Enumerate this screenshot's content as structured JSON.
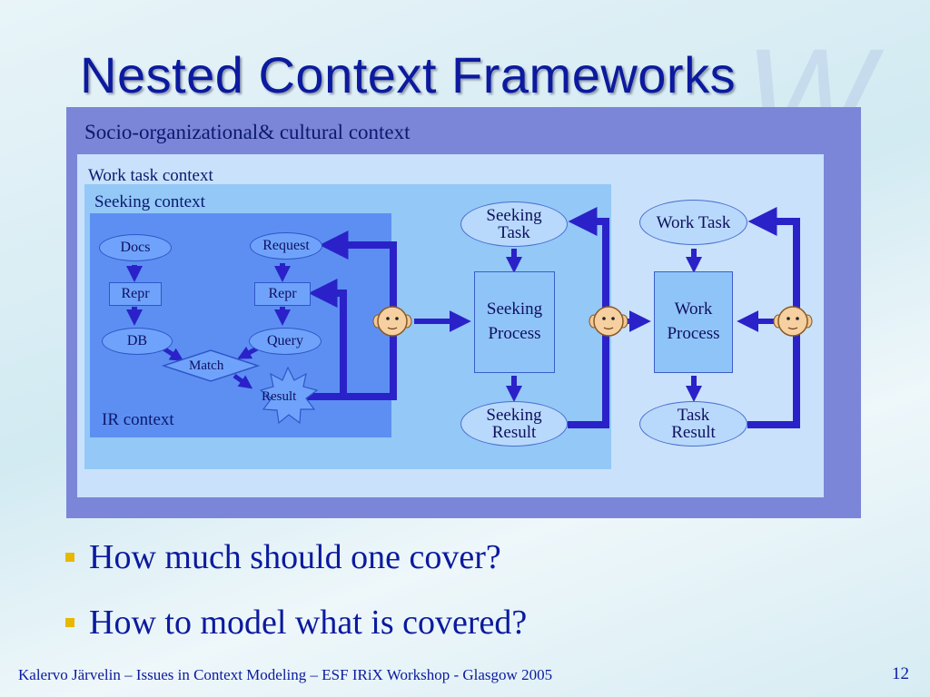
{
  "slide": {
    "title": "Nested Context Frameworks",
    "page_number": "12",
    "footer": "Kalervo Järvelin – Issues in Context Modeling – ESF IRiX Workshop - Glasgow 2005"
  },
  "diagram": {
    "contexts": {
      "outer": "Socio-organizational& cultural context",
      "work_task": "Work task context",
      "seeking": "Seeking context",
      "ir": "IR context"
    },
    "ir_nodes": {
      "docs": "Docs",
      "request": "Request",
      "repr_left": "Repr",
      "repr_right": "Repr",
      "db": "DB",
      "query": "Query",
      "match": "Match",
      "result": "Result"
    },
    "seeking_nodes": {
      "task": [
        "Seeking",
        "Task"
      ],
      "process": [
        "Seeking",
        "Process"
      ],
      "result": [
        "Seeking",
        "Result"
      ]
    },
    "work_nodes": {
      "task": "Work Task",
      "process": [
        "Work",
        "Process"
      ],
      "result": [
        "Task",
        "Result"
      ]
    }
  },
  "bullets": [
    "How much should one cover?",
    "How to model what is covered?"
  ],
  "colors": {
    "title": "#0b1a9e",
    "outer_context": "#7b86d8",
    "work_context": "#c9e1fb",
    "seeking_context": "#93c8f7",
    "ir_context": "#5d8ff3",
    "arrow": "#2a22c8",
    "bullet_marker": "#e8b800"
  }
}
